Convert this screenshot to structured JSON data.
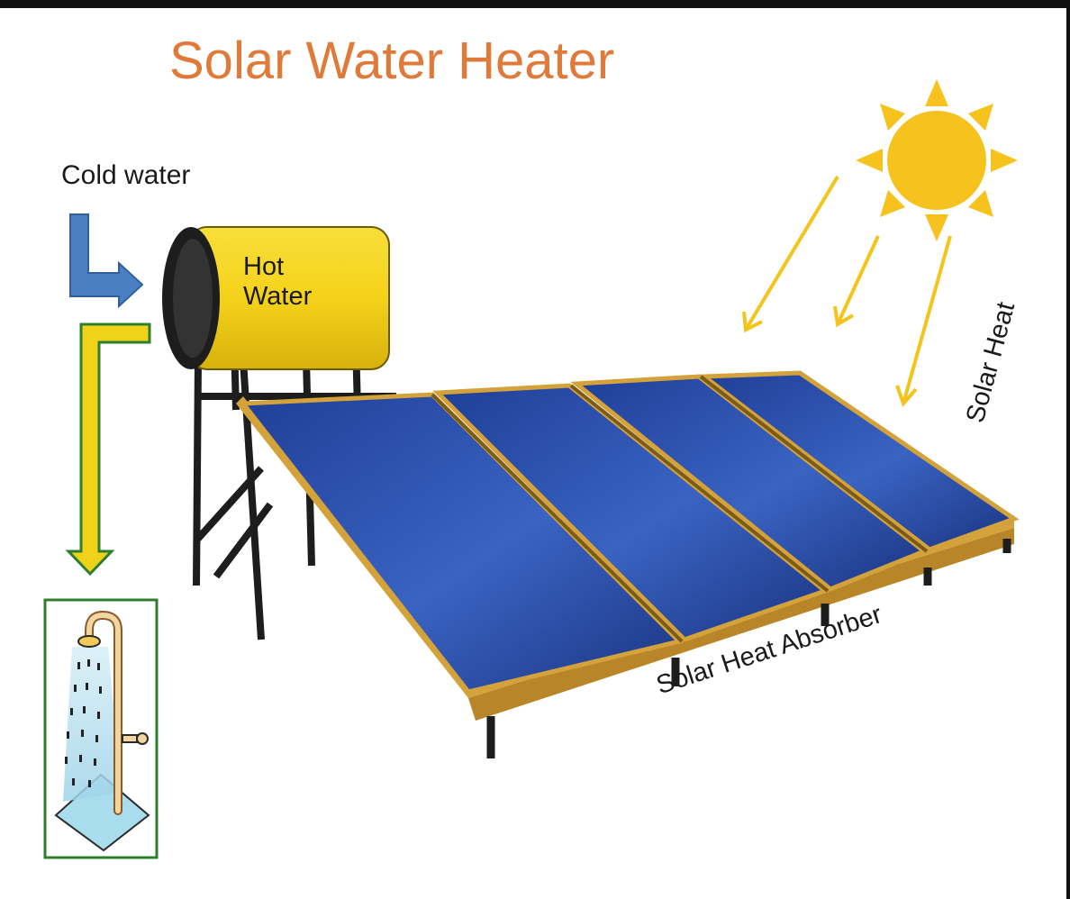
{
  "title": "Solar Water Heater",
  "labels": {
    "cold_water": "Cold water",
    "hot_water": "Hot\nWater",
    "solar_heat": "Solar Heat",
    "absorber": "Solar Heat Absorber"
  },
  "colors": {
    "title": "#e07a3a",
    "sun": "#f6c21d",
    "tank": "#f2d21c",
    "cold_arrow": "#4a7fc4",
    "hot_arrow": "#f1d21a",
    "panel": "#2a4fa6",
    "frame_gold": "#d4a23a",
    "shower_box": "#2f7d2f"
  },
  "icons": [
    "sun-icon",
    "cold-water-arrow-icon",
    "hot-water-arrow-icon",
    "shower-icon"
  ]
}
